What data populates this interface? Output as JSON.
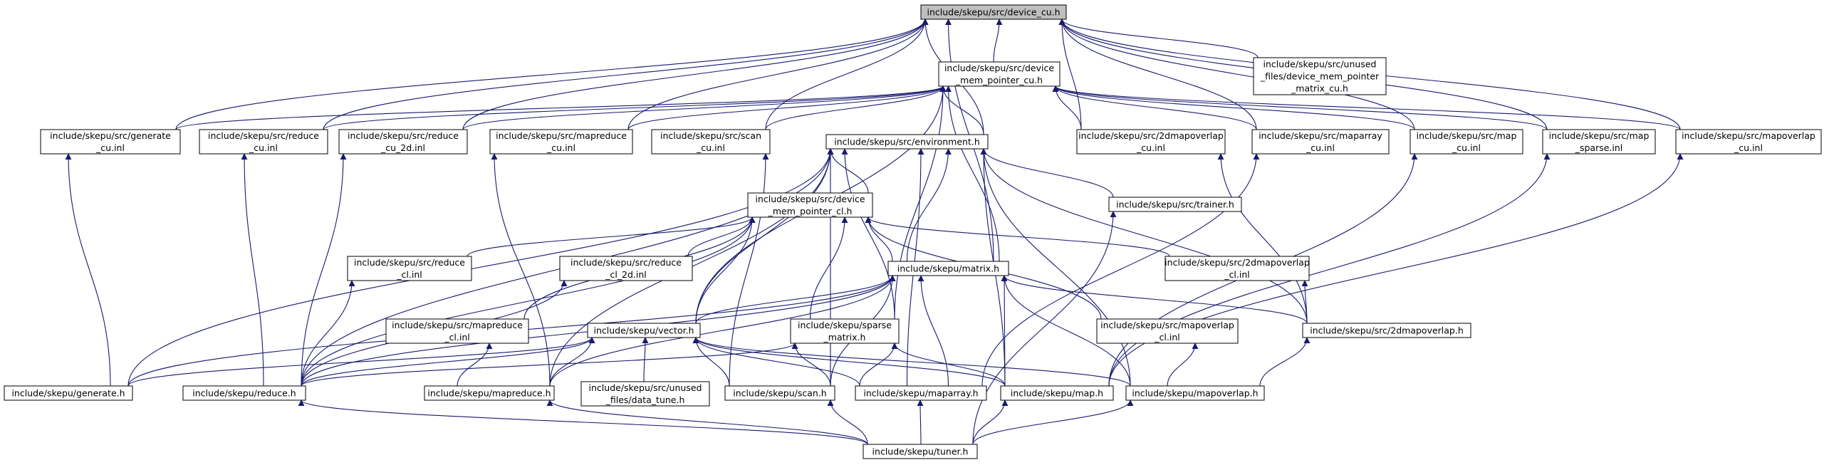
{
  "graph": {
    "edge_color": "#191970",
    "root_fill": "#bfbfbf",
    "nodes": [
      {
        "id": "device_cu",
        "lines": [
          "include/skepu/src/device_cu.h"
        ],
        "root": true
      },
      {
        "id": "device_mem_pointer_cu",
        "lines": [
          "include/skepu/src/device",
          "_mem_pointer_cu.h"
        ]
      },
      {
        "id": "unused_device_mem_pointer_matrix_cu",
        "lines": [
          "include/skepu/src/unused",
          "_files/device_mem_pointer",
          "_matrix_cu.h"
        ]
      },
      {
        "id": "generate_cu",
        "lines": [
          "include/skepu/src/generate",
          "_cu.inl"
        ]
      },
      {
        "id": "reduce_cu",
        "lines": [
          "include/skepu/src/reduce",
          "_cu.inl"
        ]
      },
      {
        "id": "reduce_cu_2d",
        "lines": [
          "include/skepu/src/reduce",
          "_cu_2d.inl"
        ]
      },
      {
        "id": "mapreduce_cu",
        "lines": [
          "include/skepu/src/mapreduce",
          "_cu.inl"
        ]
      },
      {
        "id": "scan_cu",
        "lines": [
          "include/skepu/src/scan",
          "_cu.inl"
        ]
      },
      {
        "id": "environment",
        "lines": [
          "include/skepu/src/environment.h"
        ]
      },
      {
        "id": "2dmapoverlap_cu",
        "lines": [
          "include/skepu/src/2dmapoverlap",
          "_cu.inl"
        ]
      },
      {
        "id": "maparray_cu",
        "lines": [
          "include/skepu/src/maparray",
          "_cu.inl"
        ]
      },
      {
        "id": "map_cu",
        "lines": [
          "include/skepu/src/map",
          "_cu.inl"
        ]
      },
      {
        "id": "map_sparse",
        "lines": [
          "include/skepu/src/map",
          "_sparse.inl"
        ]
      },
      {
        "id": "mapoverlap_cu",
        "lines": [
          "include/skepu/src/mapoverlap",
          "_cu.inl"
        ]
      },
      {
        "id": "device_mem_pointer_cl",
        "lines": [
          "include/skepu/src/device",
          "_mem_pointer_cl.h"
        ]
      },
      {
        "id": "trainer",
        "lines": [
          "include/skepu/src/trainer.h"
        ]
      },
      {
        "id": "reduce_cl",
        "lines": [
          "include/skepu/src/reduce",
          "_cl.inl"
        ]
      },
      {
        "id": "reduce_cl_2d",
        "lines": [
          "include/skepu/src/reduce",
          "_cl_2d.inl"
        ]
      },
      {
        "id": "matrix",
        "lines": [
          "include/skepu/matrix.h"
        ]
      },
      {
        "id": "2dmapoverlap_cl",
        "lines": [
          "include/skepu/src/2dmapoverlap",
          "_cl.inl"
        ]
      },
      {
        "id": "mapreduce_cl",
        "lines": [
          "include/skepu/src/mapreduce",
          "_cl.inl"
        ]
      },
      {
        "id": "vector",
        "lines": [
          "include/skepu/vector.h"
        ]
      },
      {
        "id": "sparse_matrix",
        "lines": [
          "include/skepu/sparse",
          "_matrix.h"
        ]
      },
      {
        "id": "mapoverlap_cl",
        "lines": [
          "include/skepu/src/mapoverlap",
          "_cl.inl"
        ]
      },
      {
        "id": "2dmapoverlap_h",
        "lines": [
          "include/skepu/src/2dmapoverlap.h"
        ]
      },
      {
        "id": "generate_h",
        "lines": [
          "include/skepu/generate.h"
        ]
      },
      {
        "id": "reduce_h",
        "lines": [
          "include/skepu/reduce.h"
        ]
      },
      {
        "id": "mapreduce_h",
        "lines": [
          "include/skepu/mapreduce.h"
        ]
      },
      {
        "id": "unused_data_tune",
        "lines": [
          "include/skepu/src/unused",
          "_files/data_tune.h"
        ]
      },
      {
        "id": "scan_h",
        "lines": [
          "include/skepu/scan.h"
        ]
      },
      {
        "id": "maparray_h",
        "lines": [
          "include/skepu/maparray.h"
        ]
      },
      {
        "id": "map_h",
        "lines": [
          "include/skepu/map.h"
        ]
      },
      {
        "id": "mapoverlap_h",
        "lines": [
          "include/skepu/mapoverlap.h"
        ]
      },
      {
        "id": "tuner",
        "lines": [
          "include/skepu/tuner.h"
        ]
      }
    ],
    "edges": [
      [
        "device_mem_pointer_cu",
        "device_cu"
      ],
      [
        "unused_device_mem_pointer_matrix_cu",
        "device_cu"
      ],
      [
        "generate_cu",
        "device_cu"
      ],
      [
        "reduce_cu",
        "device_cu"
      ],
      [
        "reduce_cu_2d",
        "device_cu"
      ],
      [
        "mapreduce_cu",
        "device_cu"
      ],
      [
        "scan_cu",
        "device_cu"
      ],
      [
        "environment",
        "device_cu"
      ],
      [
        "2dmapoverlap_cu",
        "device_cu"
      ],
      [
        "maparray_cu",
        "device_cu"
      ],
      [
        "map_cu",
        "device_cu"
      ],
      [
        "map_sparse",
        "device_cu"
      ],
      [
        "mapoverlap_cu",
        "device_cu"
      ],
      [
        "matrix",
        "device_cu"
      ],
      [
        "generate_cu",
        "device_mem_pointer_cu"
      ],
      [
        "reduce_cu",
        "device_mem_pointer_cu"
      ],
      [
        "reduce_cu_2d",
        "device_mem_pointer_cu"
      ],
      [
        "mapreduce_cu",
        "device_mem_pointer_cu"
      ],
      [
        "scan_cu",
        "device_mem_pointer_cu"
      ],
      [
        "environment",
        "device_mem_pointer_cu"
      ],
      [
        "2dmapoverlap_cu",
        "device_mem_pointer_cu"
      ],
      [
        "maparray_cu",
        "device_mem_pointer_cu"
      ],
      [
        "map_cu",
        "device_mem_pointer_cu"
      ],
      [
        "map_sparse",
        "device_mem_pointer_cu"
      ],
      [
        "mapoverlap_cu",
        "device_mem_pointer_cu"
      ],
      [
        "matrix",
        "device_mem_pointer_cu"
      ],
      [
        "vector",
        "device_mem_pointer_cu"
      ],
      [
        "sparse_matrix",
        "device_mem_pointer_cu"
      ],
      [
        "device_mem_pointer_cl",
        "environment"
      ],
      [
        "trainer",
        "environment"
      ],
      [
        "matrix",
        "environment"
      ],
      [
        "vector",
        "environment"
      ],
      [
        "sparse_matrix",
        "environment"
      ],
      [
        "generate_h",
        "environment"
      ],
      [
        "reduce_h",
        "environment"
      ],
      [
        "mapreduce_h",
        "environment"
      ],
      [
        "scan_h",
        "environment"
      ],
      [
        "maparray_h",
        "environment"
      ],
      [
        "map_h",
        "environment"
      ],
      [
        "mapoverlap_h",
        "environment"
      ],
      [
        "2dmapoverlap_h",
        "environment"
      ],
      [
        "reduce_cl",
        "device_mem_pointer_cl"
      ],
      [
        "reduce_cl_2d",
        "device_mem_pointer_cl"
      ],
      [
        "matrix",
        "device_mem_pointer_cl"
      ],
      [
        "2dmapoverlap_cl",
        "device_mem_pointer_cl"
      ],
      [
        "vector",
        "device_mem_pointer_cl"
      ],
      [
        "sparse_matrix",
        "device_mem_pointer_cl"
      ],
      [
        "mapoverlap_cl",
        "device_mem_pointer_cl"
      ],
      [
        "mapreduce_cl",
        "device_mem_pointer_cl"
      ],
      [
        "reduce_h",
        "device_mem_pointer_cl"
      ],
      [
        "tuner",
        "trainer"
      ],
      [
        "vector",
        "matrix"
      ],
      [
        "2dmapoverlap_h",
        "matrix"
      ],
      [
        "generate_h",
        "matrix"
      ],
      [
        "reduce_h",
        "matrix"
      ],
      [
        "mapreduce_h",
        "matrix"
      ],
      [
        "scan_h",
        "matrix"
      ],
      [
        "maparray_h",
        "matrix"
      ],
      [
        "map_h",
        "matrix"
      ],
      [
        "mapoverlap_h",
        "matrix"
      ],
      [
        "generate_h",
        "vector"
      ],
      [
        "reduce_h",
        "vector"
      ],
      [
        "mapreduce_h",
        "vector"
      ],
      [
        "unused_data_tune",
        "vector"
      ],
      [
        "scan_h",
        "vector"
      ],
      [
        "maparray_h",
        "vector"
      ],
      [
        "map_h",
        "vector"
      ],
      [
        "mapoverlap_h",
        "vector"
      ],
      [
        "reduce_h",
        "sparse_matrix"
      ],
      [
        "scan_h",
        "sparse_matrix"
      ],
      [
        "maparray_h",
        "sparse_matrix"
      ],
      [
        "map_h",
        "sparse_matrix"
      ],
      [
        "2dmapoverlap_h",
        "2dmapoverlap_cl"
      ],
      [
        "mapoverlap_h",
        "2dmapoverlap_h"
      ],
      [
        "mapoverlap_h",
        "mapoverlap_cl"
      ],
      [
        "mapreduce_h",
        "mapreduce_cl"
      ],
      [
        "reduce_h",
        "reduce_cl"
      ],
      [
        "reduce_h",
        "reduce_cl_2d"
      ],
      [
        "generate_h",
        "generate_cu"
      ],
      [
        "reduce_h",
        "reduce_cu"
      ],
      [
        "reduce_h",
        "reduce_cu_2d"
      ],
      [
        "mapreduce_h",
        "mapreduce_cu"
      ],
      [
        "scan_h",
        "scan_cu"
      ],
      [
        "2dmapoverlap_h",
        "2dmapoverlap_cu"
      ],
      [
        "maparray_h",
        "maparray_cu"
      ],
      [
        "map_h",
        "map_cu"
      ],
      [
        "map_h",
        "map_sparse"
      ],
      [
        "map_h",
        "mapoverlap_cu"
      ],
      [
        "tuner",
        "reduce_h"
      ],
      [
        "tuner",
        "mapreduce_h"
      ],
      [
        "tuner",
        "scan_h"
      ],
      [
        "tuner",
        "maparray_h"
      ],
      [
        "tuner",
        "map_h"
      ],
      [
        "tuner",
        "mapoverlap_h"
      ]
    ]
  }
}
